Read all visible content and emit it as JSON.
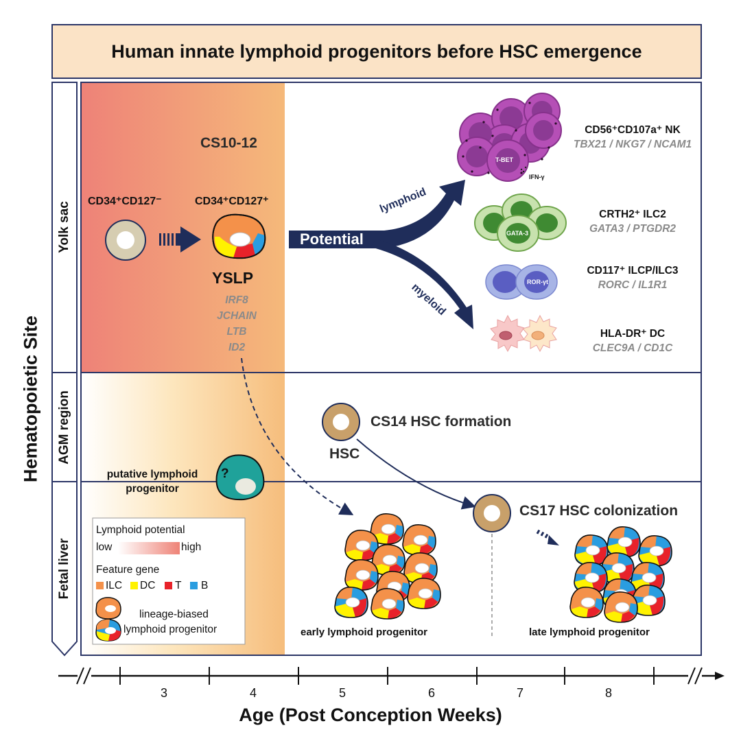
{
  "title": "Human innate lymphoid progenitors before HSC emergence",
  "y_axis_label": "Hematopoietic Site",
  "sites": {
    "yolk_sac": "Yolk sac",
    "agm": "AGM region",
    "fetal_liver": "Fetal liver"
  },
  "yolk_sac_panel": {
    "stage": "CS10-12",
    "cell_left_label": "CD34⁺CD127⁻",
    "cell_right_label": "CD34⁺CD127⁺",
    "yslp": "YSLP",
    "yslp_genes": [
      "IRF8",
      "JCHAIN",
      "LTB",
      "ID2"
    ],
    "potential": "Potential",
    "lymphoid_branch": "lymphoid",
    "myeloid_branch": "myeloid",
    "cell_types": [
      {
        "name": "CD56⁺CD107a⁺ NK",
        "genes": "TBX21 / NKG7 / NCAM1"
      },
      {
        "name": "CRTH2⁺ ILC2",
        "genes": "GATA3 / PTGDR2"
      },
      {
        "name": "CD117⁺ ILCP/ILC3",
        "genes": "RORC / IL1R1"
      },
      {
        "name": "HLA-DR⁺ DC",
        "genes": "CLEC9A / CD1C"
      }
    ],
    "cell_marks": {
      "nk": "T-BET",
      "ifn": "IFN-γ",
      "ilc2": "GATA-3",
      "ilc3": "ROR-γt"
    }
  },
  "agm_panel": {
    "hsc_formation": "CS14 HSC formation",
    "hsc": "HSC",
    "putative": "putative lymphoid progenitor",
    "question_mark": "?"
  },
  "fetal_liver_panel": {
    "hsc_colonization": "CS17 HSC colonization",
    "early": "early lymphoid progenitor",
    "late": "late lymphoid progenitor",
    "legend": {
      "potential_title": "Lymphoid potential",
      "low": "low",
      "high": "high",
      "feature_title": "Feature gene",
      "genes": [
        {
          "label": "ILC",
          "color": "#f4914a"
        },
        {
          "label": "DC",
          "color": "#fff200"
        },
        {
          "label": "T",
          "color": "#e8222a"
        },
        {
          "label": "B",
          "color": "#2a9de0"
        }
      ],
      "biased_line1": "lineage-biased",
      "biased_line2": "lymphoid progenitor"
    }
  },
  "x_axis": {
    "label": "Age (Post Conception Weeks)",
    "ticks": [
      "3",
      "4",
      "5",
      "6",
      "7",
      "8"
    ]
  },
  "colors": {
    "navy": "#1f2d5a",
    "frame": "#2b3566",
    "title_bg": "#fbe3c6",
    "gradient_low": "#ee8676",
    "gradient_high": "#f6bd7c"
  }
}
